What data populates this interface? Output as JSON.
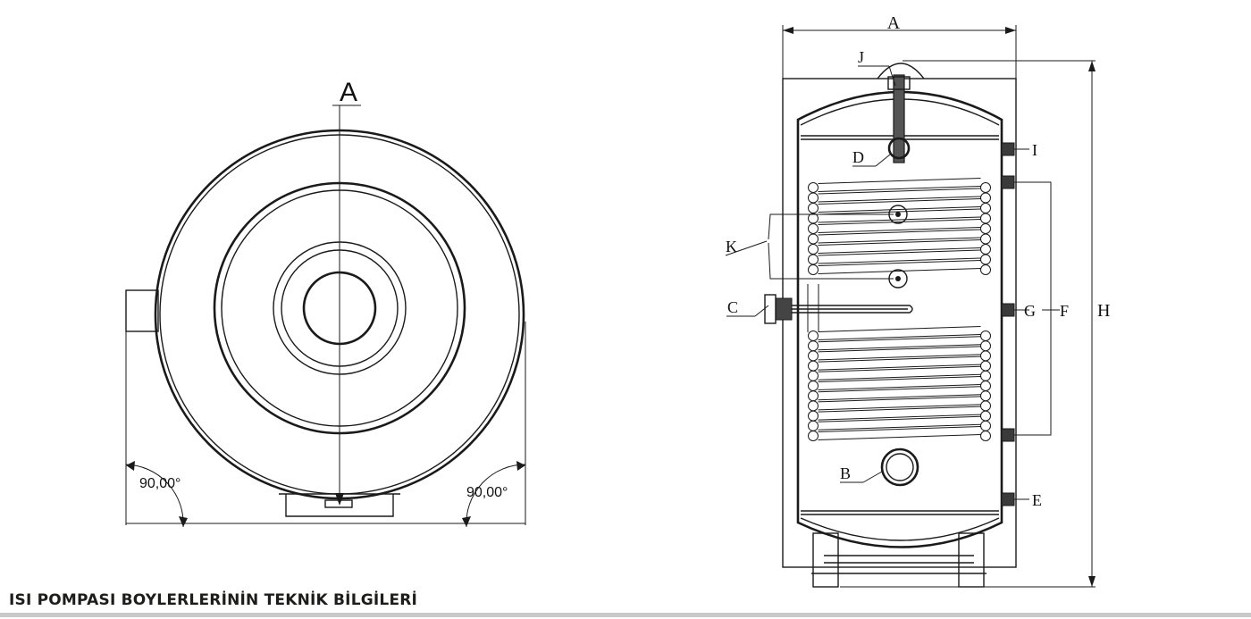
{
  "top_view": {
    "axis_label": "A",
    "angle_left": "90,00°",
    "angle_right": "90,00°"
  },
  "side_view": {
    "width_label": "A",
    "height_label": "H",
    "coil_span_label": "F",
    "connections": {
      "J": "J",
      "I": "I",
      "D": "D",
      "K": "K",
      "C": "C",
      "G": "G",
      "B": "B",
      "E": "E"
    }
  },
  "footer": {
    "title": "ISI POMPASI BOYLERLERİNİN TEKNİK BİLGİLERİ"
  },
  "colors": {
    "line": "#1a1a1a",
    "footer_rule": "#c9c9c9",
    "footer_text": "#1d1d1b"
  }
}
